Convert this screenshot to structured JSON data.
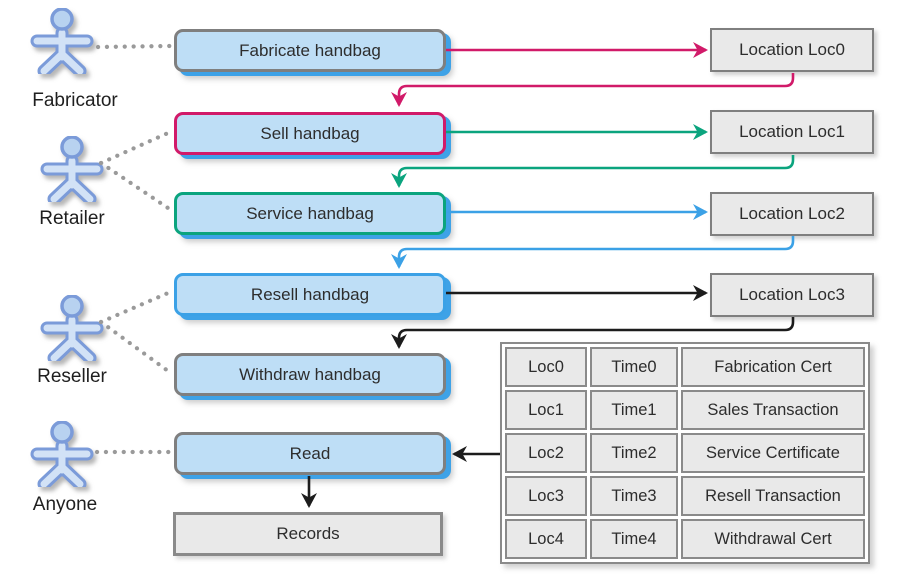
{
  "actors": [
    {
      "label": "Fabricator"
    },
    {
      "label": "Retailer"
    },
    {
      "label": "Reseller"
    },
    {
      "label": "Anyone"
    }
  ],
  "actions": [
    {
      "label": "Fabricate handbag",
      "border_color": "#7f7f7f"
    },
    {
      "label": "Sell handbag",
      "border_color": "#d11a69"
    },
    {
      "label": "Service handbag",
      "border_color": "#0ba47e"
    },
    {
      "label": "Resell handbag",
      "border_color": "#3ba1e6"
    },
    {
      "label": "Withdraw handbag",
      "border_color": "#7f7f7f"
    },
    {
      "label": "Read",
      "border_color": "#7f7f7f"
    }
  ],
  "locations": [
    {
      "label": "Location Loc0"
    },
    {
      "label": "Location Loc1"
    },
    {
      "label": "Location Loc2"
    },
    {
      "label": "Location Loc3"
    }
  ],
  "records": {
    "label": "Records"
  },
  "ledger_table": {
    "rows": [
      [
        "Loc0",
        "Time0",
        "Fabrication Cert"
      ],
      [
        "Loc1",
        "Time1",
        "Sales Transaction"
      ],
      [
        "Loc2",
        "Time2",
        "Service Certificate"
      ],
      [
        "Loc3",
        "Time3",
        "Resell Transaction"
      ],
      [
        "Loc4",
        "Time4",
        "Withdrawal Cert"
      ]
    ]
  },
  "icons": {
    "actor": "actor-person-icon",
    "arrows": [
      "arrow-right-icon",
      "arrow-down-icon",
      "arrow-left-icon"
    ]
  },
  "colors": {
    "action_fill": "#bedef6",
    "action_shadow_blue": "#3ea2e7",
    "arrow_pink": "#d11a69",
    "arrow_teal": "#0ba47e",
    "arrow_blue": "#3ba1e6",
    "arrow_black": "#1c1c1c",
    "gray_border": "#7f7f7f",
    "panel_fill": "#e9e9e9",
    "actor_fill": "#d2e2f6",
    "actor_stroke": "#7b9bd9",
    "dotted_line_gray": "#9a9a9a",
    "text": "#2d2d2d"
  }
}
